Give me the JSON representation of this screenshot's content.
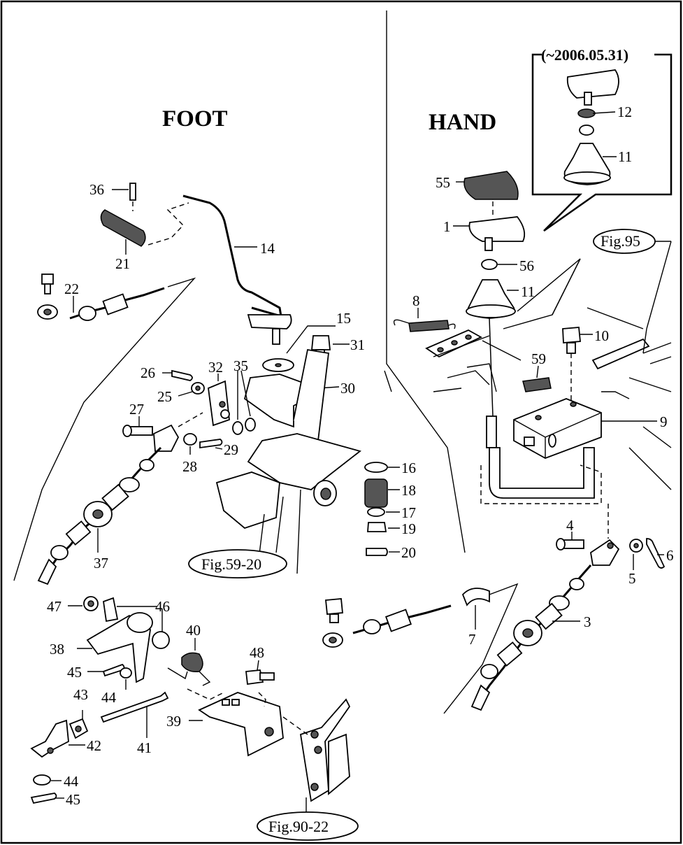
{
  "sections": {
    "foot": "FOOT",
    "hand": "HAND",
    "inset_date": "(~2006.05.31)"
  },
  "references": {
    "fig95": "Fig.95",
    "fig59": "Fig.59-20",
    "fig90": "Fig.90-22"
  },
  "callouts": [
    {
      "id": "c36",
      "text": "36"
    },
    {
      "id": "c21",
      "text": "21"
    },
    {
      "id": "c14",
      "text": "14"
    },
    {
      "id": "c22",
      "text": "22"
    },
    {
      "id": "c15",
      "text": "15"
    },
    {
      "id": "c31",
      "text": "31"
    },
    {
      "id": "c26",
      "text": "26"
    },
    {
      "id": "c32",
      "text": "32"
    },
    {
      "id": "c35",
      "text": "35"
    },
    {
      "id": "c30",
      "text": "30"
    },
    {
      "id": "c25",
      "text": "25"
    },
    {
      "id": "c27",
      "text": "27"
    },
    {
      "id": "c28",
      "text": "28"
    },
    {
      "id": "c29",
      "text": "29"
    },
    {
      "id": "c16",
      "text": "16"
    },
    {
      "id": "c18",
      "text": "18"
    },
    {
      "id": "c17",
      "text": "17"
    },
    {
      "id": "c19",
      "text": "19"
    },
    {
      "id": "c20",
      "text": "20"
    },
    {
      "id": "c37",
      "text": "37"
    },
    {
      "id": "c47",
      "text": "47"
    },
    {
      "id": "c46",
      "text": "46"
    },
    {
      "id": "c38",
      "text": "38"
    },
    {
      "id": "c40",
      "text": "40"
    },
    {
      "id": "c45a",
      "text": "45"
    },
    {
      "id": "c44a",
      "text": "44"
    },
    {
      "id": "c48",
      "text": "48"
    },
    {
      "id": "c43",
      "text": "43"
    },
    {
      "id": "c39",
      "text": "39"
    },
    {
      "id": "c42",
      "text": "42"
    },
    {
      "id": "c41",
      "text": "41"
    },
    {
      "id": "c44b",
      "text": "44"
    },
    {
      "id": "c45b",
      "text": "45"
    },
    {
      "id": "c12",
      "text": "12"
    },
    {
      "id": "c11a",
      "text": "11"
    },
    {
      "id": "c55",
      "text": "55"
    },
    {
      "id": "c1",
      "text": "1"
    },
    {
      "id": "c56",
      "text": "56"
    },
    {
      "id": "c11b",
      "text": "11"
    },
    {
      "id": "c8",
      "text": "8"
    },
    {
      "id": "c10",
      "text": "10"
    },
    {
      "id": "c59",
      "text": "59"
    },
    {
      "id": "c9",
      "text": "9"
    },
    {
      "id": "c4",
      "text": "4"
    },
    {
      "id": "c6",
      "text": "6"
    },
    {
      "id": "c5",
      "text": "5"
    },
    {
      "id": "c3",
      "text": "3"
    },
    {
      "id": "c7",
      "text": "7"
    }
  ]
}
